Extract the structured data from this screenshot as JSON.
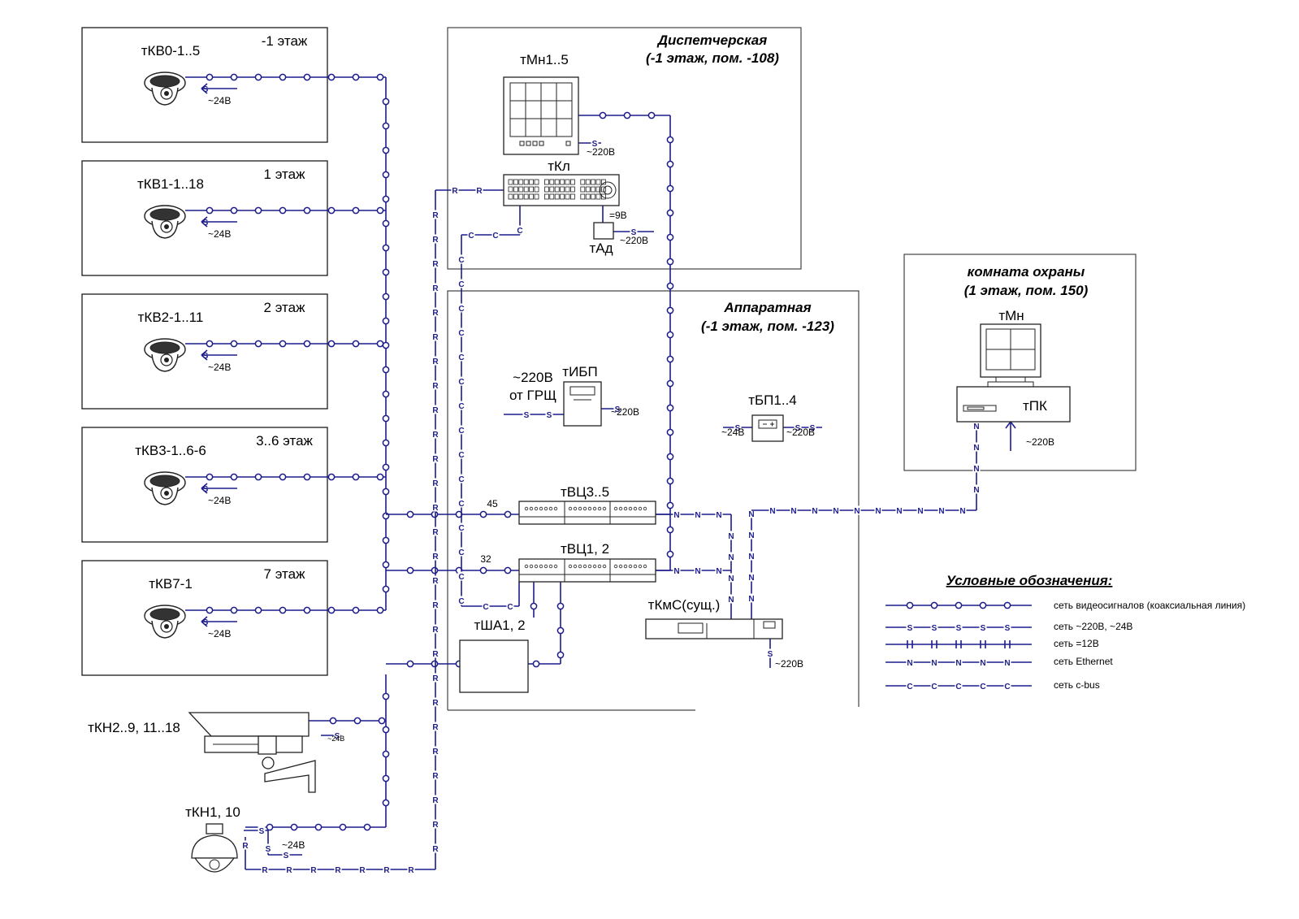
{
  "rooms": {
    "dispatch": {
      "title": "Диспетчерская",
      "location": "(-1 этаж, пом. -108)"
    },
    "hardware": {
      "title": "Аппаратная",
      "location": "(-1 этаж, пом. -123)"
    },
    "guard": {
      "title": "комната охраны",
      "location": "(1 этаж, пом. 150)"
    }
  },
  "floors": [
    {
      "camera": "тКВ0-1..5",
      "floor": "-1 этаж",
      "power": "~24В"
    },
    {
      "camera": "тКВ1-1..18",
      "floor": "1 этаж",
      "power": "~24В"
    },
    {
      "camera": "тКВ2-1..11",
      "floor": "2 этаж",
      "power": "~24В"
    },
    {
      "camera": "тКВ3-1..6-6",
      "floor": "3..6 этаж",
      "power": "~24В"
    },
    {
      "camera": "тКВ7-1",
      "floor": "7 этаж",
      "power": "~24В"
    }
  ],
  "devices": {
    "monitor_dispatch": "тМн1..5",
    "monitor_power": "~220В",
    "keyboard": "тКл",
    "adapter": "тАд",
    "adapter_dc": "=9В",
    "adapter_power": "~220В",
    "ups": "тИБП",
    "ups_in_power": "~220В",
    "ups_in_source": "от ГРЩ",
    "ups_out_power": "~220В",
    "psu": "тБП1..4",
    "psu_in": "~24В",
    "psu_out": "~220В",
    "vc35": "тВЦ3..5",
    "vc35_channels": "45",
    "vc12": "тВЦ1, 2",
    "vc12_channels": "32",
    "cabinet": "тША1, 2",
    "switch": "тКмС(сущ.)",
    "switch_power": "~220В",
    "monitor_guard": "тМн",
    "pc": "тПК",
    "pc_power": "~220В",
    "cam_outdoor": "тКН2..9, 11..18",
    "cam_outdoor_power": "~24В",
    "cam_ptz": "тКН1, 10",
    "cam_ptz_power": "~24В"
  },
  "legend": {
    "title": "Условные обозначения:",
    "items": [
      {
        "marker": "",
        "label": "сеть видеосигналов (коаксиальная линия)"
      },
      {
        "marker": "S",
        "label": "сеть ~220В, ~24В"
      },
      {
        "marker": "H",
        "label": "сеть =12В"
      },
      {
        "marker": "N",
        "label": "сеть Ethernet"
      },
      {
        "marker": "C",
        "label": "сеть c-bus"
      }
    ]
  },
  "line_markers": {
    "power": "S",
    "rs": "R",
    "cbus": "C",
    "ethernet": "N",
    "dc12": "H"
  },
  "colors": {
    "line": "#1c1c8c",
    "frame": "#1a1a1a"
  }
}
